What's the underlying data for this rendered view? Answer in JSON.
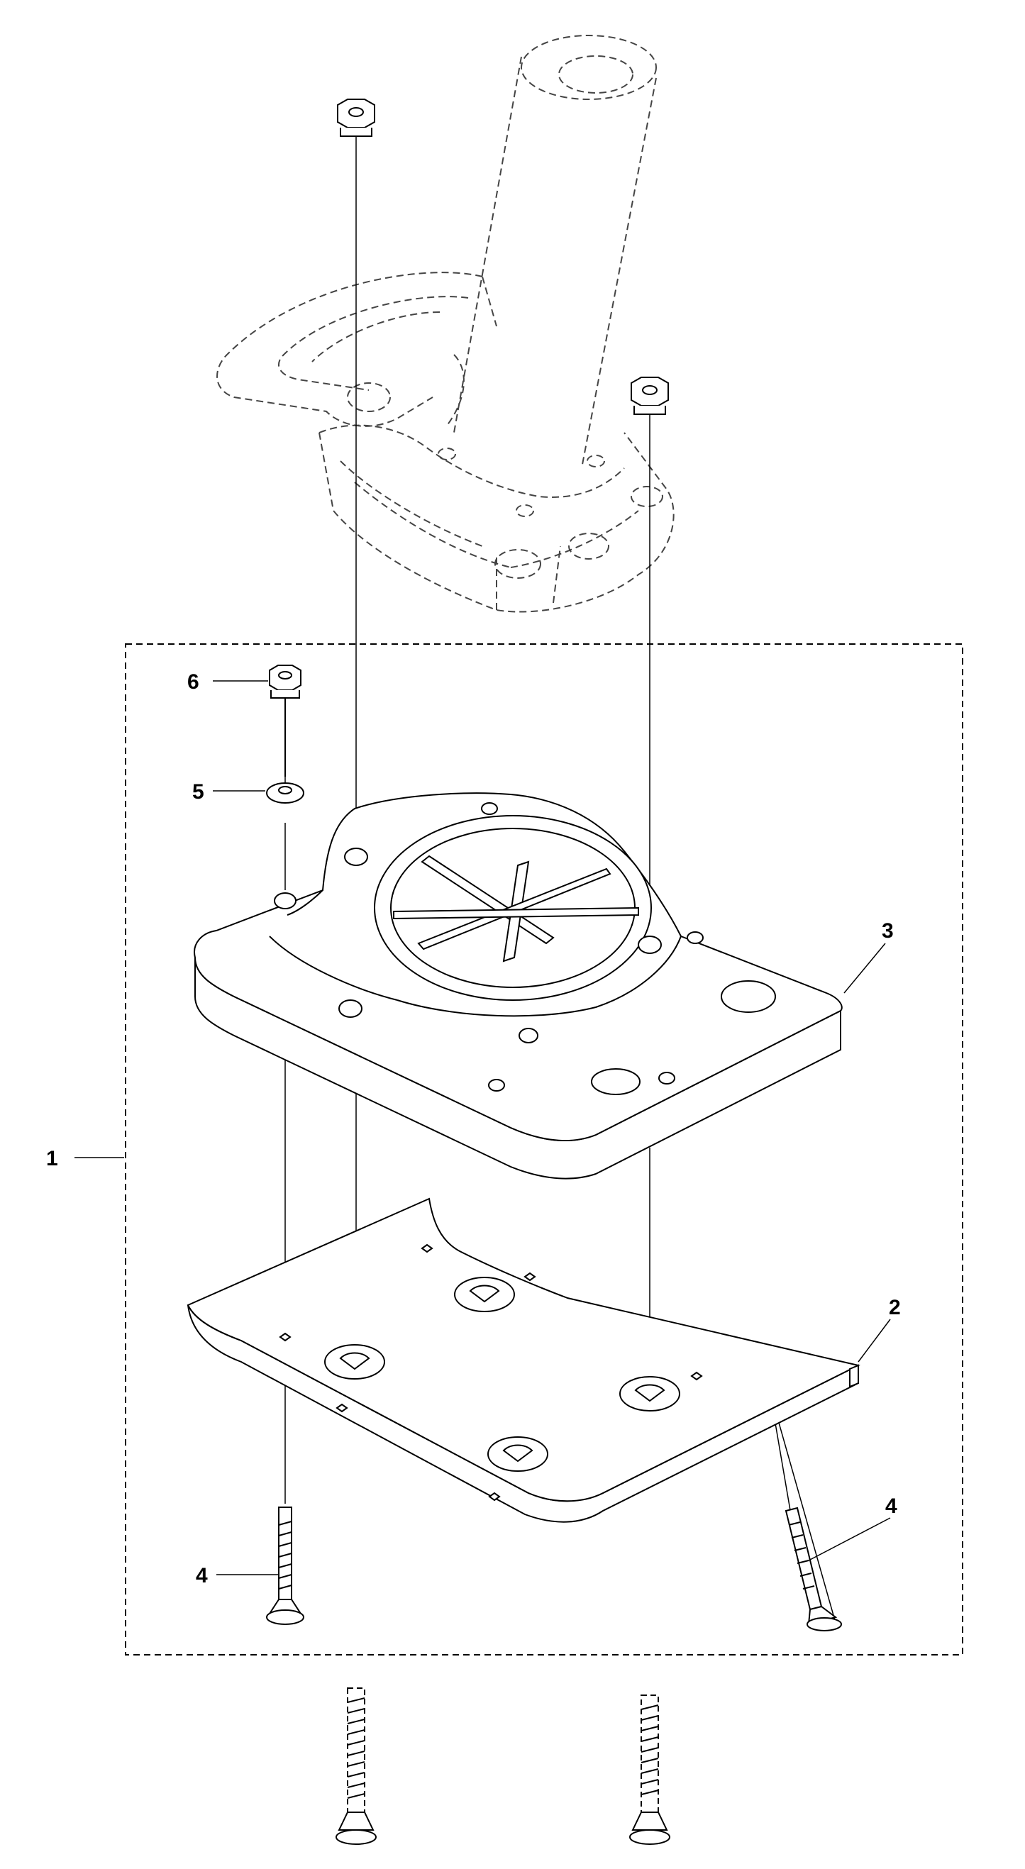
{
  "diagram": {
    "callouts": [
      {
        "id": "c1",
        "label": "1"
      },
      {
        "id": "c2",
        "label": "2"
      },
      {
        "id": "c3",
        "label": "3"
      },
      {
        "id": "c4a",
        "label": "4"
      },
      {
        "id": "c4b",
        "label": "4"
      },
      {
        "id": "c5",
        "label": "5"
      },
      {
        "id": "c6",
        "label": "6"
      }
    ],
    "colors": {
      "line": "#000000",
      "ghost": "#444444",
      "background": "#ffffff"
    }
  }
}
